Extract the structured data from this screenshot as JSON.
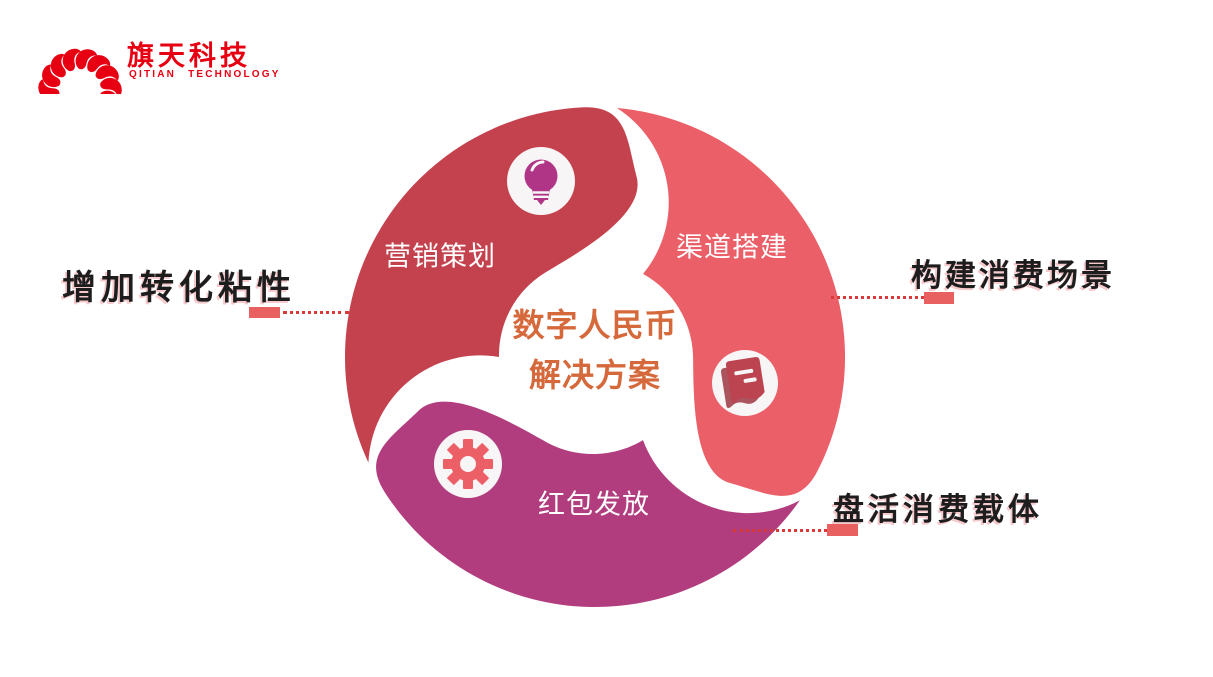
{
  "logo": {
    "name": "旗天科技",
    "tagline": "QITIAN TECHNOLOGY",
    "brand_color": "#e60012"
  },
  "diagram": {
    "center": {
      "line1": "数字人民币",
      "line2": "解决方案",
      "color": "#d6693b"
    },
    "segments": [
      {
        "label": "营销策划",
        "icon": "lightbulb-icon",
        "color": "#c4424d",
        "icon_color": "#b03586"
      },
      {
        "label": "渠道搭建",
        "icon": "notebook-icon",
        "color": "#ea5f68",
        "icon_color": "#bc4350"
      },
      {
        "label": "红包发放",
        "icon": "gear-icon",
        "color": "#b23d7e",
        "icon_color": "#ec5f66"
      }
    ]
  },
  "annotations": {
    "left": {
      "label": "增加转化粘性"
    },
    "right_top": {
      "label": "构建消费场景"
    },
    "right_bottom": {
      "label": "盘活消费载体"
    }
  },
  "connector": {
    "dot_color": "#d83a3a",
    "tag_color": "#e96060"
  }
}
